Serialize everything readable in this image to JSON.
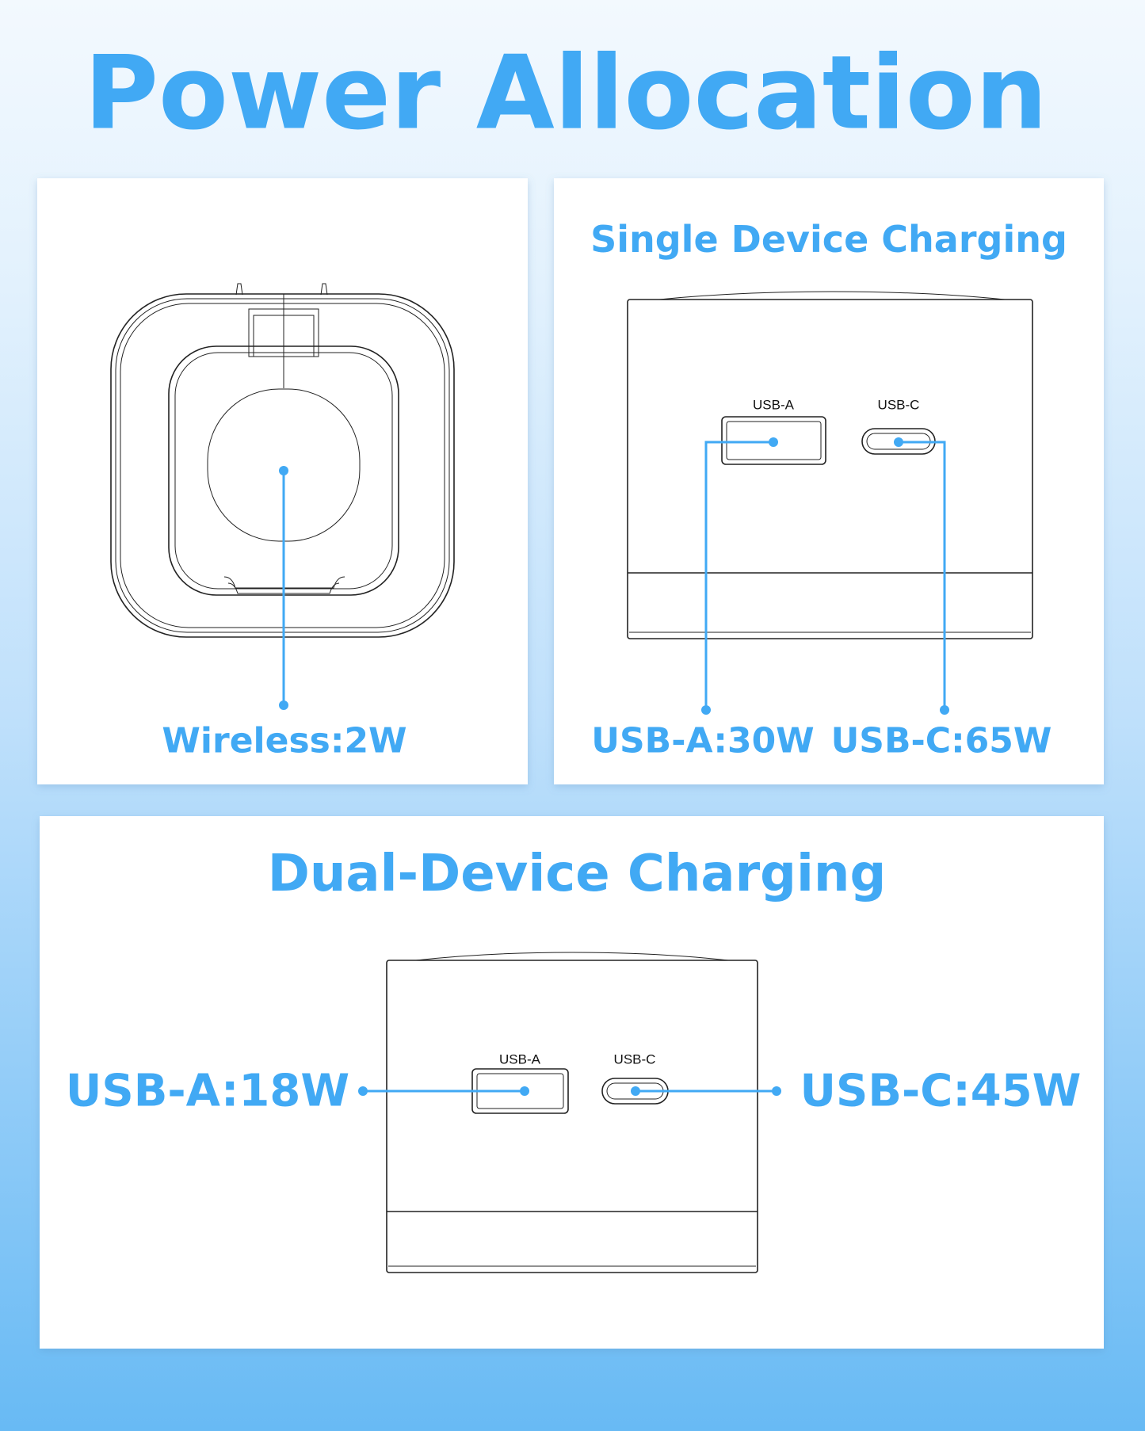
{
  "title": "Power Allocation",
  "accent_color": "#41a9f4",
  "wireless_panel": {
    "label": "Wireless:2W"
  },
  "single_panel": {
    "heading": "Single Device Charging",
    "port_a_label": "USB-A",
    "port_c_label": "USB-C",
    "usb_a_power": "USB-A:30W",
    "usb_c_power": "USB-C:65W"
  },
  "dual_panel": {
    "heading": "Dual-Device Charging",
    "port_a_label": "USB-A",
    "port_c_label": "USB-C",
    "usb_a_power": "USB-A:18W",
    "usb_c_power": "USB-C:45W"
  }
}
